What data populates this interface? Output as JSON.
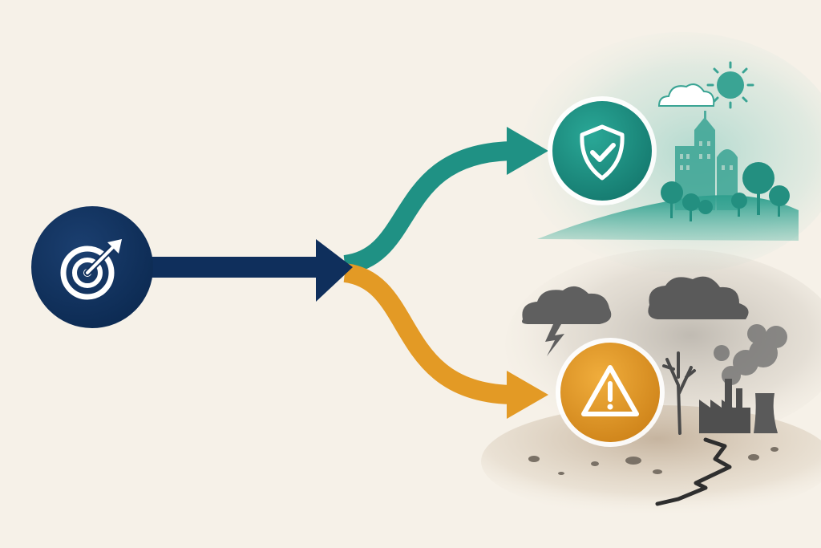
{
  "diagram": {
    "type": "decision-fork",
    "source": {
      "icon": "target-arrow-icon",
      "color": "#0f2f5c"
    },
    "branches": [
      {
        "id": "positive",
        "icon": "shield-check-icon",
        "color": "#1f9184",
        "scene": "green-city-sunny-scene"
      },
      {
        "id": "negative",
        "icon": "warning-triangle-icon",
        "color": "#e39a25",
        "scene": "polluted-wasteland-stormy-scene"
      }
    ]
  },
  "colors": {
    "background": "#f6f1e8",
    "navy": "#0f2f5c",
    "teal": "#1f9184",
    "orange": "#e39a25",
    "smoke": "#5f5f5f"
  }
}
